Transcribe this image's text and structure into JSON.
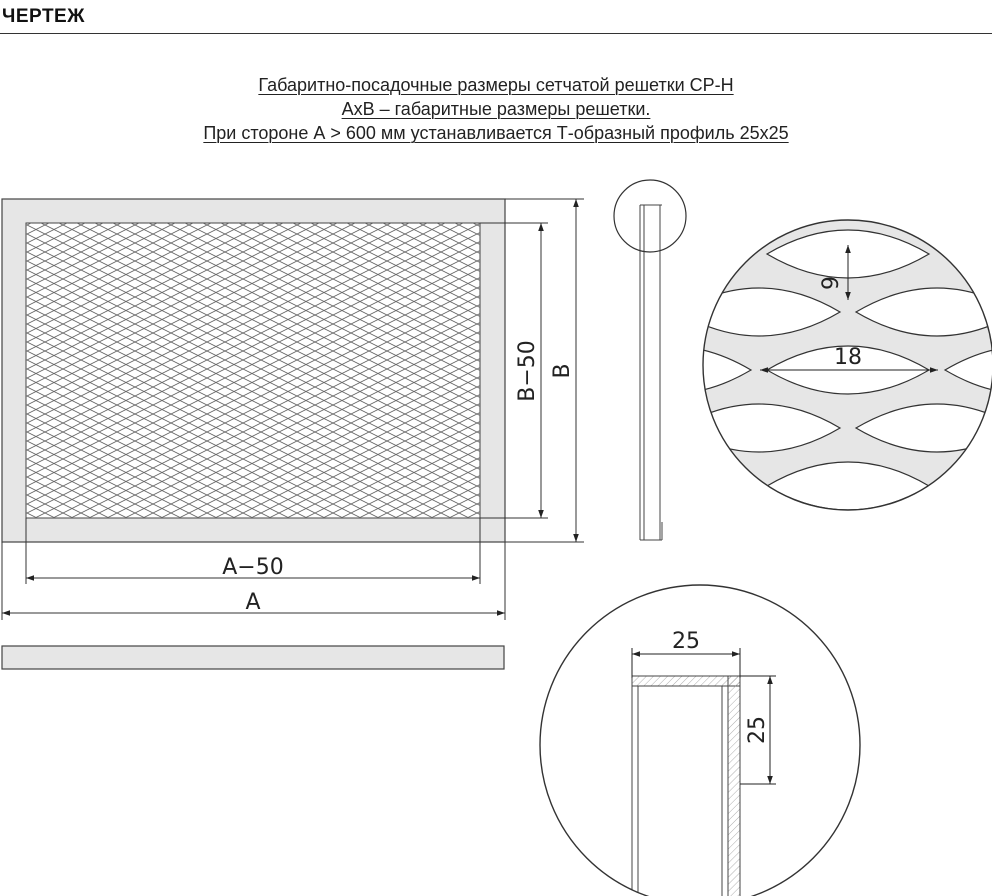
{
  "header": {
    "title": "ЧЕРТЕЖ"
  },
  "caption": {
    "line1": "Габаритно-посадочные размеры сетчатой решетки СР-Н",
    "line2": "AxB – габаритные размеры решетки.",
    "line3": "При стороне А > 600 мм устанавливается Т-образный профиль 25х25"
  },
  "dimensions": {
    "a_minus_50": "A−50",
    "a": "A",
    "b_minus_50": "B−50",
    "b": "B",
    "mesh_height": "9",
    "mesh_width": "18",
    "profile_width": "25",
    "profile_height": "25"
  },
  "colors": {
    "frame": "#e6e6e6",
    "line": "#333333",
    "mesh": "#666666"
  }
}
